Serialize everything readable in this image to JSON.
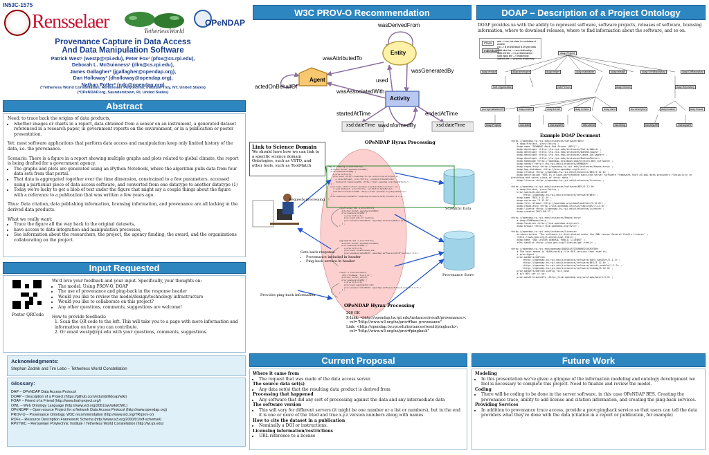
{
  "header": {
    "poster_id": "IN53C-1575",
    "rpi_logo": "Rensselaer",
    "tw_logo": "TetherlessWorld",
    "opendap_logo": "OPeNDAP",
    "title_line1": "Provenance Capture in Data Access",
    "title_line2": "And Data Manipulation Software",
    "authors": [
      "Patrick West¹ (westp@rpi.edu), Peter Fox¹ (pfox@cs.rpi.edu),",
      "Deborah L. McGuinness¹ (dlm@cs.rpi.edu),",
      "James Gallagher² (jgallagher@opendap.org),",
      "Dan Holloway² (dholloway@opendap.org),",
      "Nathan Potter² (ndp@opendap.org)"
    ],
    "affil1": "(¹Tetherless World Constellation, Rensselaer Polytechnic Institute Troy, NY, United States)",
    "affil2": "(²OPeNDAP.org, Saunderstown, RI, United States)"
  },
  "abstract": {
    "title": "Abstract",
    "p1": "Need: to trace back the origins of data products,",
    "p1_items": [
      "whether images or charts in a report, data obtained from a sensor on an instrument, a generated dataset referenced in a research paper, in government reports on the environment, or in a publication or poster presentation."
    ],
    "p2": "Yet: most software applications that perform data access and manipulation keep only limited history of the data, i.e. the provenance.",
    "p3": "Scenario: There is a figure in a report showing multiple graphs and plots related to global climate, the report is being drafted for a government agency.",
    "p3_items": [
      "The graphs and plots are generated using an iPython Notebook, where the algorithm pulls data from four data sets from that portal.",
      "That data is aggregated together over the time dimension, constrained to a few parameters, accessed using a particular piece of data access software, and converted from one datatype to another datatype (1)",
      "Today we're lucky to get a blob of text under the figure that might say a couple things about the figure with a reference to a publication that was written a few years ago."
    ],
    "p4": "Thus: Data citation, data publishing information, licensing information, and provenance are all lacking in the derived data products.",
    "p5": "What we really want:",
    "p5_items": [
      "Trace the figure all the way back to the original datasets,",
      "have access to data integration and manipulation processes,",
      "See information about the researchers, the project, the agency funding, the award, and the organizations collaborating on the project."
    ]
  },
  "input": {
    "title": "Input Requested",
    "qr_caption": "Poster QRCode",
    "intro": "We'd love your feedback and your input. Specifically, your thoughts on:",
    "items": [
      "The model. Using PROV-O, DOAP",
      "The use of provenance and ping-back in the response header",
      "Would you like to review the model/design/technology infrastructure",
      "Would you like to collaborate on this project?",
      "Any other questions, comments, suggestions are welcome!"
    ],
    "how": "How to provide feedback:",
    "steps": [
      "1.  Scan the QR code to the left. This will take you to a page with more information and information on how you can contribute.",
      "2.  Or email westp@rpi.edu with your questions, comments, suggestions."
    ]
  },
  "ack": {
    "title": "Acknowledgments:",
    "text": "Stephan Zednik and Tim Lebo – Tetherless World Constellation"
  },
  "glossary": {
    "title": "Glossary:",
    "items": [
      "DAP – OPeNDAP Data Access Protocol",
      "DOAP – Description of a Project (https://github.com/edumbill/doap/wiki)",
      "FOAF – Friend of a Friend (http://www.foaf-project.org/)",
      "OWL – Web Ontology Language (http://www.w3.org/2001/sw/wiki/OWL)",
      "OPeNDAP – Open-source Project for a Network Data Access Protocol (http://www.opendap.org)",
      "PROV-O – Provenance Ontology, W3C recommendation (http://www.w3.org/TR/prov-o/)",
      "RDFs – Resource Description Framework Schema (http://www.w3.org/2000/01/rdf-schema#)",
      "RPI/TWC – Rensselaer Polytechnic Institute / Tetherless World Constellation (http://tw.rpi.edu)"
    ]
  },
  "provo": {
    "title": "W3C PROV-O Recommendation",
    "entity": "Entity",
    "activity": "Activity",
    "agent": "Agent",
    "wasDerivedFrom": "wasDerivedFrom",
    "wasAttributedTo": "wasAttributedTo",
    "wasGeneratedBy": "wasGeneratedBy",
    "used": "used",
    "actedOnBehalfOf": "actedOnBehalfOf",
    "wasAssociatedWith": "wasAssociatedWith",
    "startedAtTime": "startedAtTime",
    "endedAtTime": "endedAtTime",
    "wasInformedBy": "wasInformedBy",
    "xsd1": "xsd:dateTime",
    "xsd2": "xsd:dateTime"
  },
  "doap": {
    "title": "DOAP – Description of a Project Ontology",
    "desc": "DOAP provides us with the ability to represent software, software projects, releases of software, licensing information, where to download releases, where to find information about the software, and so on.",
    "legend_class": "Class",
    "legend_individual": "Individual",
    "legend_lines": [
      "aaa --> ccc   one class is a subclass of another",
      "a,a --> iii   an individual is of type class",
      "solid blue line --> are relationship",
      "solid red line --> is-a relationships",
      "solid black line --> relationship",
      "dashed line --> property relationship"
    ],
    "nodes_row1": [
      "doap:Project"
    ],
    "nodes_row2": [
      "doap:vendor",
      "doap:developer",
      "doap:helper",
      "doap:maintainer",
      "doap:release",
      "doap:SVNRepository",
      "doap:GitRepository"
    ],
    "nodes_row3": [
      "foaf:Organization",
      "foaf:Person",
      "doap:Version",
      "doap:Repository"
    ],
    "nodes_row4": [
      "prov:specializationOf",
      "doap:created",
      "doap:license",
      "doap:revision",
      "doap:name",
      "doc:description",
      "doap:location",
      "doap:browse"
    ],
    "nodes_row5": [
      "doap:Project",
      "xsd:Date",
      "xsd:anyURI",
      "rdfs:Literal",
      "xsd:string",
      "xsd:anyURI",
      "xsd:anyURI"
    ],
    "example_title": "Example DOAP Document",
    "example_lines": [
      "<http://opendap.tw.rpi.edu/instances/software/BES>",
      "    a doap:Project, prov:Entity ;",
      "    doap:name \"OPeNDAP Back-End Server (BES)\" ;",
      "    doap:developer <http://tw.rpi.edu/instances/PatrickWest> ;",
      "    doap:developer <http://tw.rpi.edu/instances/DanHolloway> ;",
      "    doap:developer <http://tw.rpi.edu/instances/James_Gallagher> ;",
      "    doap:developer <http://tw.rpi.edu/instances/NathanPotter> ;",
      "    doap:homepage <http://opendap.org/download/hyrax?p-BES_software> ;",
      "    doap:vendor <http://tw.rpi.edu/instances/OPeNDAP> ;",
      "    doap:repository <http://opendap.tw.rpi.edu/instances/Repository> ;",
      "    doap:bug-database <http://scm.opendap.org/trac/> ;",
      "    doap:release <http://opendap.tw.rpi.edu/instances/BES/3.12.0> ;",
      "    doap:description \"BES is a high-performance back-end server software framework that allows data providers flexibility in",
      "providing end users views of their data.\" ;",
      "    doap:license <http://opendap.tw.rpi.edu/instances/License> ;",
      ".",
      "",
      "<http://opendap.tw.rpi.edu/instances/software/BES/3.12.0>",
      "    a doap:Version, prov:Entity ;",
      "    prov:specializationOf",
      "        <http://opendap.tw.rpi.edu/instances/software/BES> ;",
      "    doap:name \"BES-3.12.0\" ;",
      "    doap:revision \"3.12.0\" ;",
      "    doap:file-release <http://opendap.org/download/bes/3.12.0/> ;",
      "    doap:repository <http://scm.opendap.org/svn/tags/bes/3.12.0> ;",
      "    doap:license <http://opendap.tw.rpi.edu/instances/License> ;",
      "    doap:created 2013-08-27 ;",
      ".",
      "",
      "<http://opendap.tw.rpi.edu/instances/Repository>",
      "    a doap:SVNRepository ;",
      "    doap:location <http://scm.opendap.org/svn/> ;",
      "    doap:browse <http://scm.opendap.org/svn/> ;",
      ".",
      "",
      "<http://opendap.tw.rpi.edu/instances/License>",
      "    dc:description \"The software is distributed under the GNU Lesser General Public License\" ;",
      "    <http://www.gnu.org/licenses/gpl.html/> ;",
      "    doap:name \"GNU LESSER GENERAL PUBLIC LICENSE\" ;",
      "    rdfs:seeAlso <http://www.gnu.org/licenses/gpl.html/> ;",
      ".",
      "",
      "<http://opendap.tw.rpi.edu/opendap/DODS4437D3SHDRED34SH3TDH>",
      "    # The hash above is HASH(config file BES version that read it)",
      "    a prov:Agent ;",
      "    prov:wasDerivedFrom",
      "        <http://opendap.tw.rpi.edu/instances/software/hdf5_handler/2.1.1> ;",
      "        <http://opendap.tw.rpi.edu/instances/software/BES/3.12.0> ;",
      "        <http://opendap.tw.rpi.edu/instances/software/netcdf_module/1.2.2> ;",
      "        <http://opendap.tw.rpi.edu/instances/software/libdap/3.12.0> ;",
      "",
      "    prov:wasDerivedFrom config_file_hash",
      "    # b/c BES set it up:",
      "    prov:wasAttributedTo <http://scm.opendap.org/svn/tags/bes/3.9.2> ;"
    ]
  },
  "hyrax": {
    "title_top": "OPeNDAP Hyrax Processing",
    "title_bottom": "OPeNDAP Hyrax Processing",
    "requests": "Requests processing",
    "gets_back": "Gets back response",
    "gets_items": [
      "Provenance included in header",
      "Ping-back service in header"
    ],
    "provides": "Provides ping-back information",
    "scientific_data": "Scientific Data",
    "provenance_store": "Provenance Store",
    "link_title": "Link to Science Domain",
    "link_text": "We should here how we can link to a specific science domain Ontologies, such as VSTO, and other tools, such as ToolMatch",
    "response": [
      "200 OK",
      "X-Link: <http://opendap.tw.rpi.edu/instances/result/provenance>;",
      "   rel=\"http://www.w3.org/ns/prov#has_provenance\"",
      "Link: <http://opendap.tw.rpi.edu/instances/result/pingback>;",
      "   rel=\"http://www.w3.org/ns/prov#pingback\""
    ],
    "code1": [
      "dap_nc_reading a prov:Entity;",
      "  dcterms:format opendap:DataHDF;",
      "  prov:wasGeneratedBy [",
      "    a prov:Activity;",
      "    prov:used <http://opendap.tw.rpi.edu/nc/netcdfs/bes/3> ;",
      "      a voie:Dataset, prov:Entity, voidmatch:DataFolder;",
      "      toolmatch:hasAccessURL <http://test.opendap.org/dap/data/nc/>",
      "  ] ;",
      "  prov:used <http://test.opendap.org/dap/data/nc/fnoc1.nc> ;",
      "    a voie:Dataset, prov:Entity, voidmatch:DataFolder;",
      "    toolmatch:hasAccessURL <http://test.opendap.org/dap/data/nc/>",
      "  ] ;",
      "  prov:wasAssociatedWith <opendap:software/hdf5_handler/2.1.1> ;",
      "]."
    ],
    "code2": [
      "constrained_dds a prov:Entity;",
      "  dcterms:format opendap:DataDDS;",
      "  prov:wasGeneratedBy [",
      "    a prov:Activity;",
      "    prov:used dds_of_reading;",
      "    prov:wasAssociatedWith <opendap:software/BES/3.12.0> ;",
      "  ] ;",
      "]."
    ],
    "code3": [
      "aggregated_dds a prov:Entity;",
      "  dcterms:format opendap:DataDDS;",
      "  prov:wasGeneratedBy [",
      "    a prov:Activity;",
      "    prov:used constrained_dds;",
      "    prov:wasAssociatedWith <opendap:software/netcdf_module/1.2.2> ;",
      "  ] ;",
      "]."
    ],
    "code4": [
      "result a foaf:Document;",
      "  rdfs:fileName \"fnoc1.nc\";",
      "  dcterms:format netcdf;",
      "  prov:wasGeneratedBy [",
      "    a prov:Activity;",
      "    prov:used aggregated_dds;",
      "    prov:wasAssociatedWith <opendap:software/fileout_netcdf/1.2.3> ;",
      "  ] ;",
      "]."
    ]
  },
  "current": {
    "title": "Current Proposal",
    "sections": [
      {
        "h": "Where it came from",
        "items": [
          "The request that was made of the data access server."
        ]
      },
      {
        "h": "The source data set(s)",
        "items": [
          "Any data set(s) that the resulting data product is derived from"
        ]
      },
      {
        "h": "Processing that happened",
        "items": [
          "Any software that did any sort of processing against the data and any intermediate data"
        ]
      },
      {
        "h": "The software version",
        "items": [
          "This will vary for different servers (it might be one number or a list or numbers), but in the end it is one or more of the tried and true x.y.z version numbers along with names."
        ]
      },
      {
        "h": "How to cite the dataset in a publication",
        "items": [
          "Nominally a DOI or instructions."
        ]
      },
      {
        "h": "Licensing information/restrictions",
        "items": [
          "URL reference to a license"
        ]
      }
    ]
  },
  "future": {
    "title": "Future Work",
    "sections": [
      {
        "h": "Modeling",
        "items": [
          "In this presentation we've given a glimpse of the information modeling and ontology development we feel is necessary to complete this project. Need to finalize and review the model."
        ]
      },
      {
        "h": "Coding",
        "items": [
          "There will be coding to be done in the server software, in this case OPeNDAP BES. Creating the provenance trace, ability to add license and citation information, and creating the ping-back services."
        ]
      },
      {
        "h": "Providing Services",
        "items": [
          "In addition to provenance trace access, provide a prov:pingback service so that users can tell the data providers what they've done with the data (citation in a report or publication, for example)"
        ]
      }
    ]
  }
}
